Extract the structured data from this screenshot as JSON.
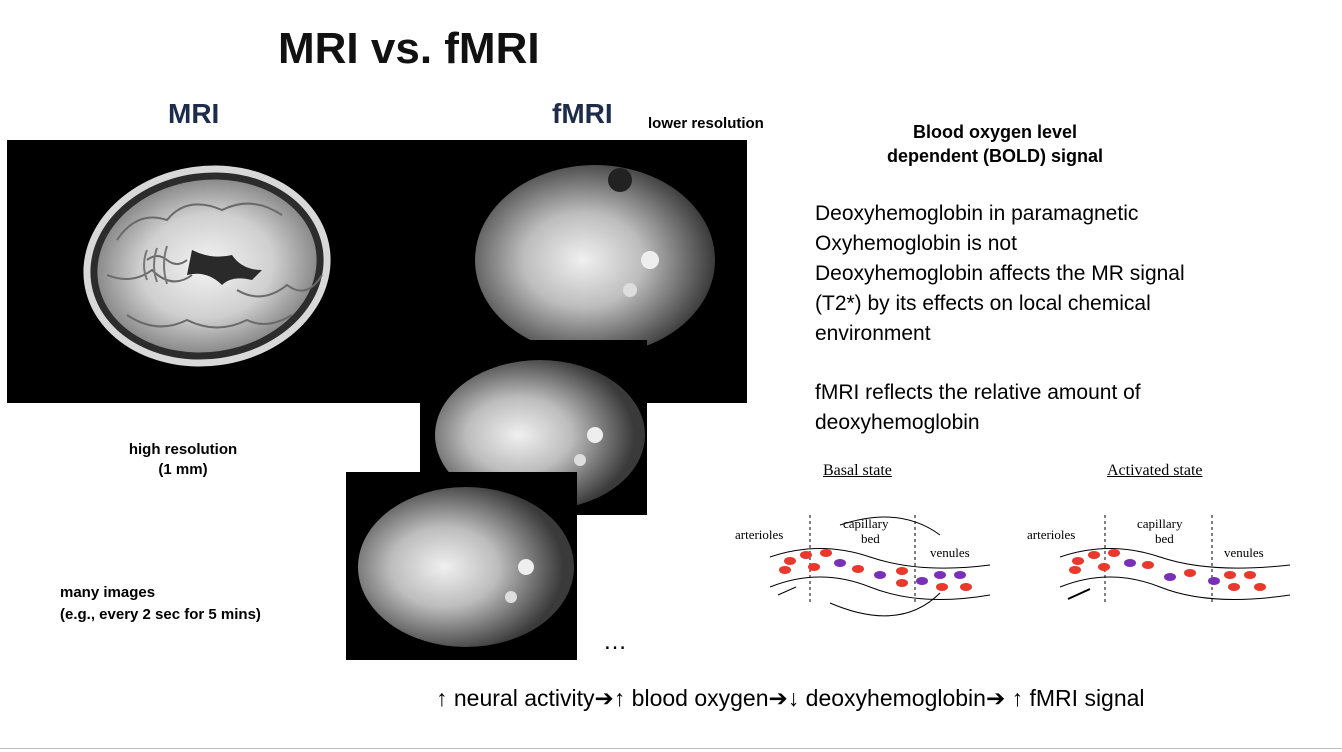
{
  "slide": {
    "title": "MRI vs. fMRI",
    "mri_header": "MRI",
    "fmri_header": "fMRI",
    "lower_resolution": "lower resolution",
    "high_resolution": [
      "high resolution",
      "(1 mm)"
    ],
    "many_images": [
      "many images",
      "(e.g., every 2 sec for 5 mins)"
    ],
    "ellipsis": "…",
    "bold_title": [
      "Blood oxygen level",
      "dependent (BOLD) signal"
    ],
    "bold_lines": [
      "Deoxyhemoglobin in paramagnetic",
      "Oxyhemoglobin is not",
      "Deoxyhemoglobin affects the MR signal",
      "(T2*) by its effects on local chemical",
      "environment"
    ],
    "reflects_lines": [
      "fMRI reflects the relative amount of",
      "deoxyhemoglobin"
    ],
    "bottom_line": "↑ neural activity➔↑ blood oxygen➔↓ deoxyhemoglobin➔ ↑ fMRI signal"
  },
  "diagram": {
    "basal": {
      "title": "Basal state",
      "arterioles": "arterioles",
      "capillary": "capillary",
      "bed": "bed",
      "venules": "venules"
    },
    "activated": {
      "title": "Activated state",
      "arterioles": "arterioles",
      "capillary": "capillary",
      "bed": "bed",
      "venules": "venules"
    },
    "colors": {
      "oxy": "#e8392c",
      "deoxy": "#7a2fb8"
    }
  }
}
